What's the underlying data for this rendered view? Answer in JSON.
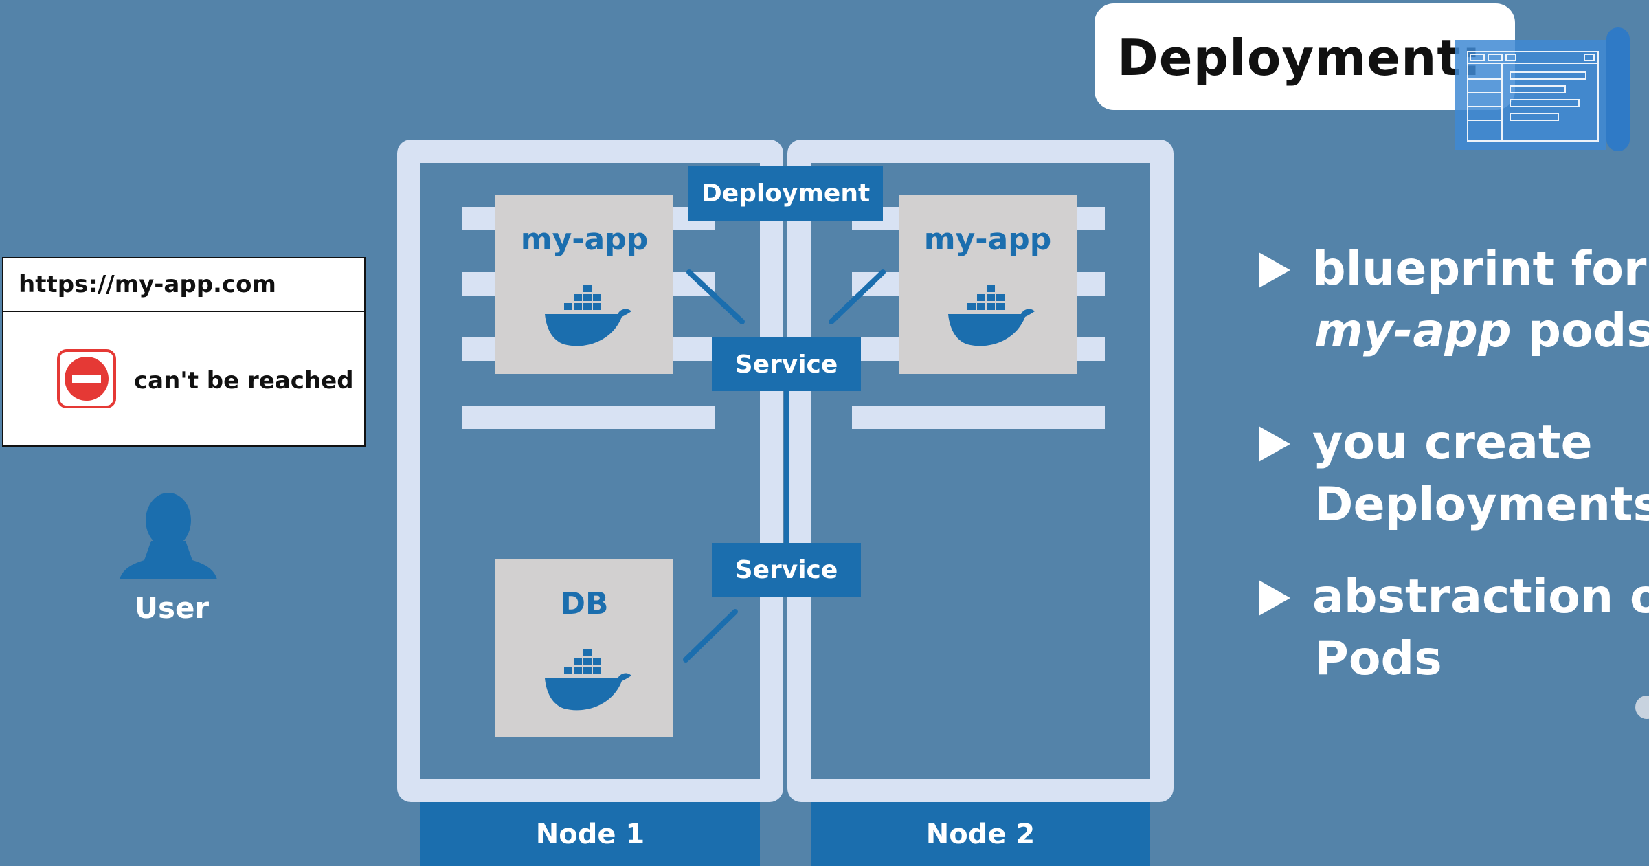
{
  "title": "Deployment:",
  "browser": {
    "url": "https://my-app.com",
    "error_text": "can't be reached"
  },
  "user": {
    "label": "User"
  },
  "nodes": [
    {
      "label": "Node 1"
    },
    {
      "label": "Node 2"
    }
  ],
  "deployment_label": "Deployment",
  "services": [
    {
      "label": "Service"
    },
    {
      "label": "Service"
    }
  ],
  "pods": [
    {
      "label": "my-app"
    },
    {
      "label": "my-app"
    },
    {
      "label": "DB"
    }
  ],
  "bullets": [
    {
      "line1": "blueprint for",
      "line2_italic": "my-app",
      "line2_rest": " pods"
    },
    {
      "line1": "you create",
      "line2": "Deployments"
    },
    {
      "line1": "abstraction of",
      "line2": "Pods"
    }
  ],
  "colors": {
    "background": "#5483a9",
    "accent": "#1b6eae",
    "frame": "#d8e2f3",
    "pod": "#d2d0d0",
    "error": "#e53935"
  },
  "icons": [
    "user-icon",
    "docker-whale-icon",
    "no-entry-icon",
    "blueprint-icon",
    "play-arrow-icon"
  ]
}
